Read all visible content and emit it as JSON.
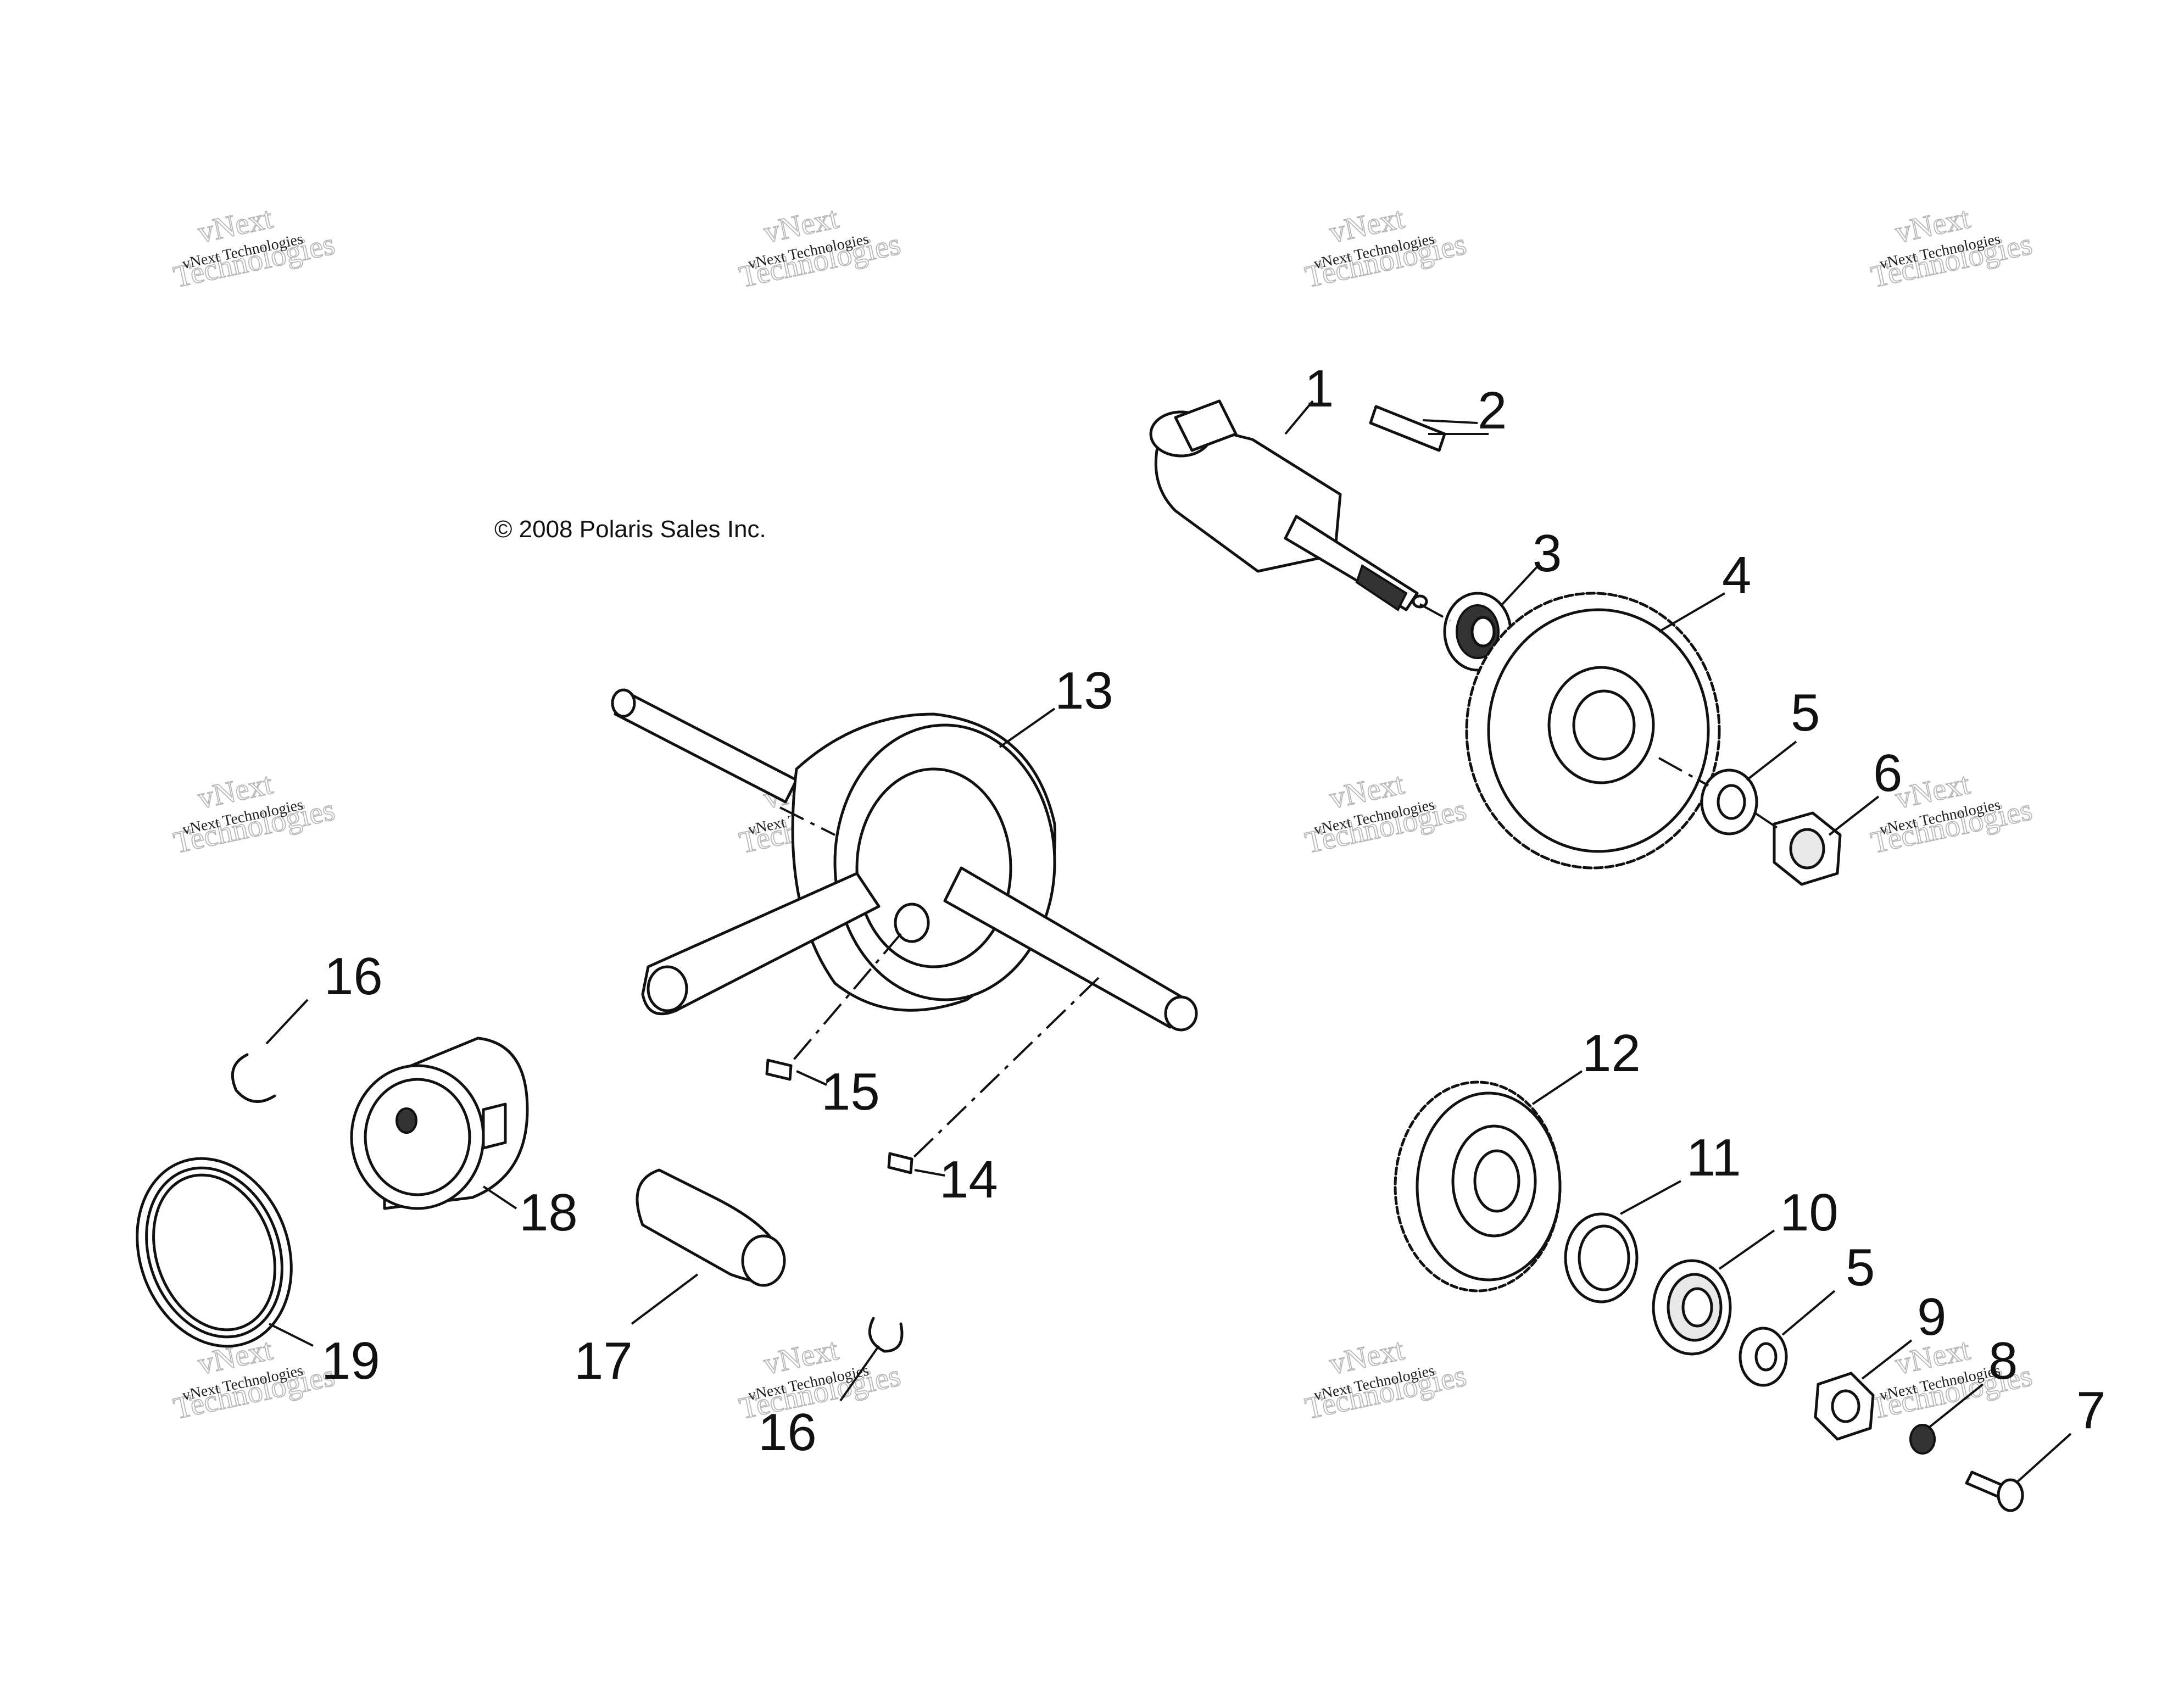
{
  "copyright": "© 2008 Polaris Sales Inc.",
  "watermark": {
    "small": "vNext Technologies",
    "big_line1": "vNext",
    "big_line2": "Technologies"
  },
  "callouts": [
    "1",
    "2",
    "3",
    "4",
    "5",
    "6",
    "13",
    "16",
    "18",
    "15",
    "14",
    "19",
    "17",
    "16",
    "12",
    "11",
    "10",
    "5",
    "9",
    "8",
    "7"
  ],
  "parts": [
    {
      "id": "1",
      "name": "starter-shaft"
    },
    {
      "id": "2",
      "name": "key"
    },
    {
      "id": "3",
      "name": "spring"
    },
    {
      "id": "4",
      "name": "gear"
    },
    {
      "id": "5",
      "name": "washer"
    },
    {
      "id": "6",
      "name": "nut"
    },
    {
      "id": "7",
      "name": "bolt"
    },
    {
      "id": "8",
      "name": "nut"
    },
    {
      "id": "9",
      "name": "nut"
    },
    {
      "id": "10",
      "name": "bearing"
    },
    {
      "id": "11",
      "name": "washer"
    },
    {
      "id": "12",
      "name": "gear"
    },
    {
      "id": "13",
      "name": "crankshaft"
    },
    {
      "id": "14",
      "name": "key"
    },
    {
      "id": "15",
      "name": "key"
    },
    {
      "id": "16",
      "name": "clip"
    },
    {
      "id": "17",
      "name": "piston-pin"
    },
    {
      "id": "18",
      "name": "piston"
    },
    {
      "id": "19",
      "name": "piston-ring-set"
    }
  ]
}
